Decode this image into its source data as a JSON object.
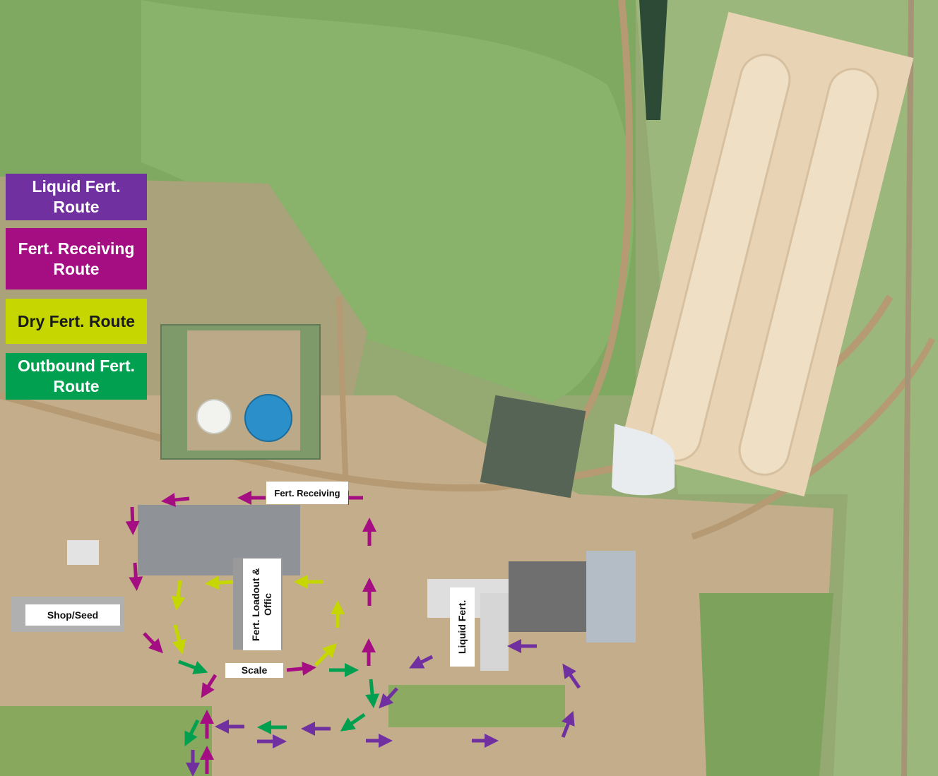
{
  "legend": {
    "liquid": {
      "label": "Liquid Fert. Route",
      "color": "#7030a0"
    },
    "receiving": {
      "label": "Fert. Receiving Route",
      "color": "#a50e82"
    },
    "dry": {
      "label": "Dry Fert. Route",
      "color": "#c5d600"
    },
    "outbound": {
      "label": "Outbound Fert. Route",
      "color": "#00a050"
    }
  },
  "labels": {
    "fert_receiving": "Fert. Receiving",
    "shop_seed": "Shop/Seed",
    "scale": "Scale",
    "fert_loadout": "Fert. Loadout & Offic",
    "liquid_fert": "Liquid Fert."
  },
  "icons": [
    "route-arrow-icon"
  ]
}
